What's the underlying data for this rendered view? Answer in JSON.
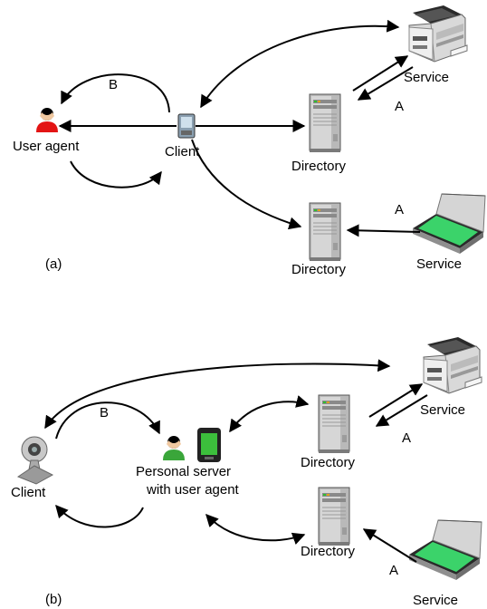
{
  "panel_a": {
    "caption": "(a)",
    "user_agent": "User agent",
    "client": "Client",
    "directory_1": "Directory",
    "directory_2": "Directory",
    "service_1": "Service",
    "service_2": "Service",
    "label_b": "B",
    "label_a_1": "A",
    "label_a_2": "A"
  },
  "panel_b": {
    "caption": "(b)",
    "client": "Client",
    "personal_server_line1": "Personal server",
    "personal_server_line2": "with user agent",
    "directory_1": "Directory",
    "directory_2": "Directory",
    "service_1": "Service",
    "service_2": "Service",
    "label_b": "B",
    "label_a_1": "A",
    "label_a_2": "A"
  },
  "colors": {
    "user_agent": "#e30b0b",
    "personal_server_user": "#3aa63a",
    "pda_screen": "#3cbf3c",
    "scanner_glass": "#39d26b",
    "server_body": "#b8b8b8"
  }
}
